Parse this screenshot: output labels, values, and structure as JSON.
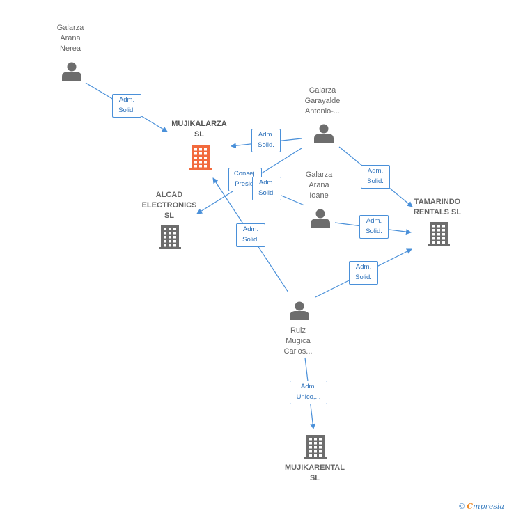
{
  "colors": {
    "edge": "#4a90d9",
    "person": "#6d6d6d",
    "company": "#6d6d6d",
    "highlight": "#f26a3d"
  },
  "nodes": [
    {
      "id": "nerea",
      "type": "person",
      "label": "Galarza\nArana\nNerea"
    },
    {
      "id": "antonio",
      "type": "person",
      "label": "Galarza\nGarayalde\nAntonio-..."
    },
    {
      "id": "ioane",
      "type": "person",
      "label": "Galarza\nArana\nIoane"
    },
    {
      "id": "ruiz",
      "type": "person",
      "label": "Ruiz\nMugica\nCarlos..."
    },
    {
      "id": "mujikalarza",
      "type": "company",
      "highlight": true,
      "label": "MUJIKALARZA\nSL"
    },
    {
      "id": "alcad",
      "type": "company",
      "label": "ALCAD\nELECTRONICS\nSL"
    },
    {
      "id": "tamarindo",
      "type": "company",
      "label": "TAMARINDO\nRENTALS SL"
    },
    {
      "id": "mujikarental",
      "type": "company",
      "label": "MUJIKARENTAL\nSL"
    }
  ],
  "edges": [
    {
      "from": "nerea",
      "to": "mujikalarza",
      "label": "Adm.\nSolid."
    },
    {
      "from": "antonio",
      "to": "mujikalarza",
      "label": "Adm.\nSolid."
    },
    {
      "from": "antonio",
      "to": "alcad",
      "label": "Consej.\nPresid."
    },
    {
      "from": "ioane",
      "to": "mujikalarza",
      "label": "Adm.\nSolid."
    },
    {
      "from": "antonio",
      "to": "tamarindo",
      "label": "Adm.\nSolid."
    },
    {
      "from": "ioane",
      "to": "tamarindo",
      "label": "Adm.\nSolid."
    },
    {
      "from": "ruiz",
      "to": "mujikalarza",
      "label": "Adm.\nSolid."
    },
    {
      "from": "ruiz",
      "to": "tamarindo",
      "label": "Adm.\nSolid."
    },
    {
      "from": "ruiz",
      "to": "mujikarental",
      "label": "Adm.\nUnico,..."
    }
  ],
  "footer": {
    "copyright": "©",
    "brand_first": "C",
    "brand_rest": "mpresia"
  }
}
